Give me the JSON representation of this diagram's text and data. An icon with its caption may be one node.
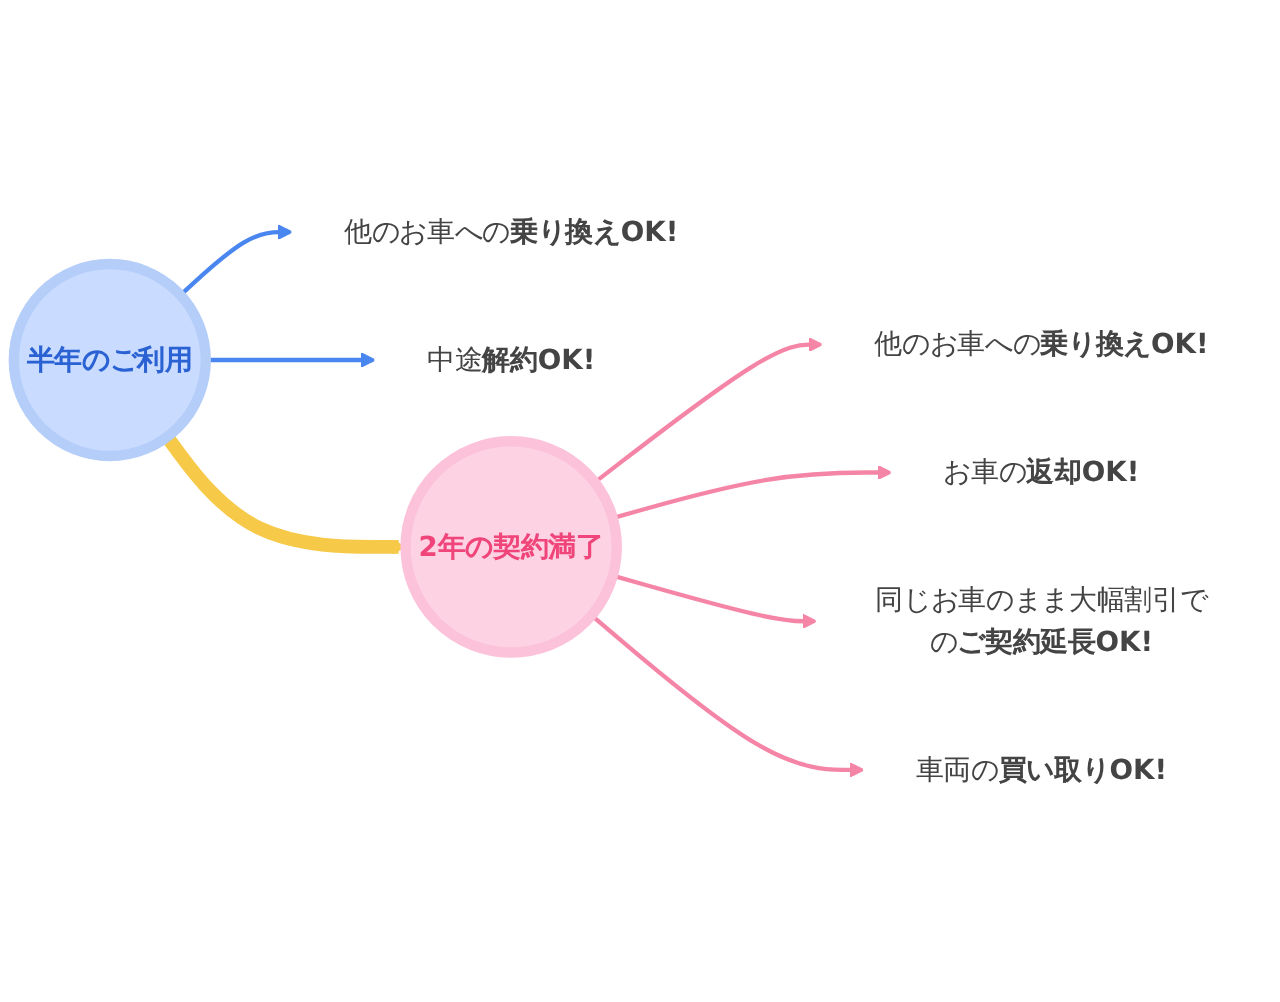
{
  "diagram": {
    "nodes": [
      {
        "text": [
          "半年のご利用"
        ]
      },
      {
        "text": [
          "他のお車への**乗り換えOK!**"
        ]
      },
      {
        "text": [
          "中途**解約OK!**"
        ]
      },
      {
        "text": [
          "2年の契約満了"
        ]
      },
      {
        "text": [
          "他のお車への**乗り換えOK!**"
        ]
      },
      {
        "text": [
          "お車の**返却OK!**"
        ]
      },
      {
        "text": [
          "同じお車のまま大幅割引での**ご契約延長OK!**"
        ]
      },
      {
        "text": [
          "車両の**買い取りOK!**"
        ]
      }
    ],
    "edges": [
      {
        "from": 0,
        "to": 1,
        "arrow": "to",
        "color": "#4a86f0"
      },
      {
        "from": 0,
        "to": 2,
        "arrow": "to",
        "color": "#4a86f0"
      },
      {
        "from": 0,
        "to": 3,
        "arrow": "to",
        "style": "thick",
        "color": "#f7c948"
      },
      {
        "from": 3,
        "to": 4,
        "arrow": "to"
      },
      {
        "from": 3,
        "to": 5,
        "arrow": "to"
      },
      {
        "from": 3,
        "to": 6,
        "arrow": "to"
      },
      {
        "from": 3,
        "to": 7,
        "arrow": "to"
      }
    ]
  }
}
